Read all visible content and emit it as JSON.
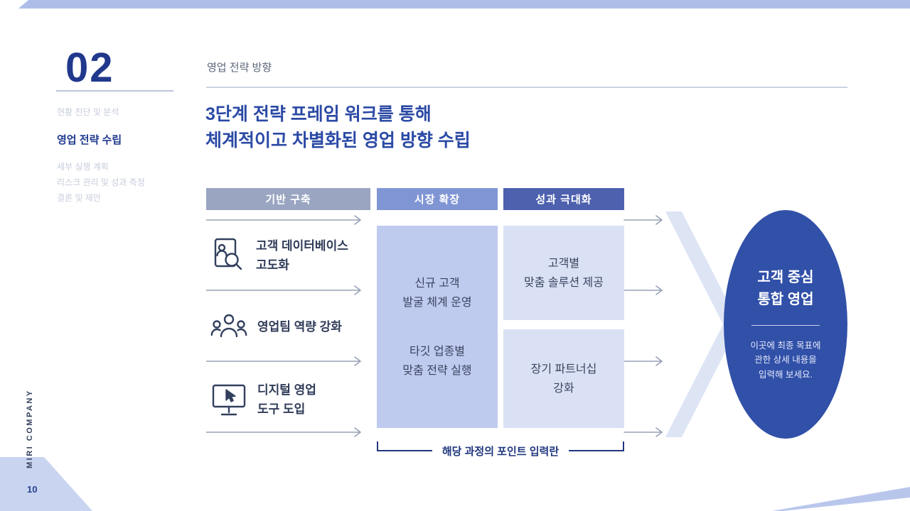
{
  "slide": {
    "page_number": "10",
    "company_name": "MIRI COMPANY",
    "section_number": "02"
  },
  "sidebar": {
    "items": [
      {
        "label": "현황 진단 및 분석",
        "active": false
      },
      {
        "label": "영업 전략 수립",
        "active": true
      },
      {
        "label": "세부 실행 계획",
        "active": false
      },
      {
        "label": "리스크 관리 및 성과 측정",
        "active": false
      },
      {
        "label": "결론 및 제안",
        "active": false
      }
    ]
  },
  "header": {
    "kicker": "영업 전략 방향",
    "title": "3단계 전략 프레임 워크를 통해\n체계적이고 차별화된 영업 방향 수립"
  },
  "diagram": {
    "stages": [
      {
        "label": "기반 구축",
        "color": "#9AA5C1"
      },
      {
        "label": "시장 확장",
        "color": "#8095D4"
      },
      {
        "label": "성과 극대화",
        "color": "#4D61AF"
      }
    ],
    "foundation": [
      {
        "icon": "customer-database-icon",
        "label": "고객 데이터베이스\n고도화"
      },
      {
        "icon": "sales-team-icon",
        "label": "영업팀 역량 강화"
      },
      {
        "icon": "digital-tools-icon",
        "label": "디지털 영업\n도구 도입"
      }
    ],
    "expansion": {
      "item1": "신규 고객\n발굴 체계 운영",
      "item2": "타깃 업종별\n맞춤 전략 실행"
    },
    "maximization": {
      "box1": "고객별\n맞춤 솔루션 제공",
      "box2": "장기 파트너십\n강화"
    },
    "bracket_label": "해당 과정의 포인트 입력란",
    "goal": {
      "title": "고객 중심\n통합 영업",
      "description": "이곳에 최종 목표에\n관한 상세 내용을\n입력해 보세요."
    }
  },
  "colors": {
    "accent_navy": "#2B4AA5",
    "top_band": "#AEBDE8",
    "stage1_bg": "#9AA5C1",
    "stage2_bg": "#8095D4",
    "stage3_bg": "#4D61AF",
    "expansion_box_bg": "#BFCAEF",
    "maximization_box_bg": "#DAE1F5",
    "goal_circle_bg": "#3150A8",
    "inactive_menu": "#C6CCDA"
  }
}
